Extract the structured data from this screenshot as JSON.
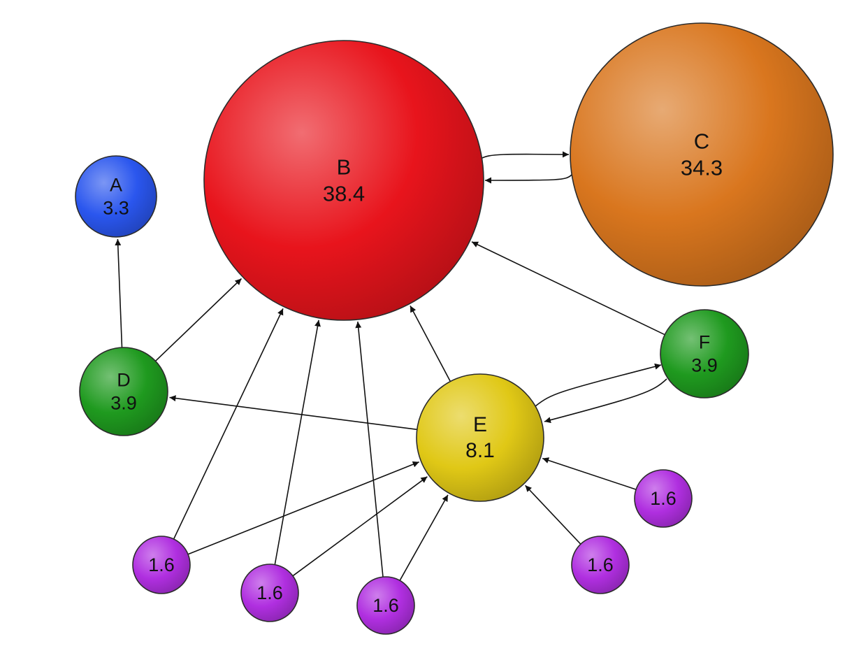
{
  "nodes": [
    {
      "id": "A",
      "label": "A",
      "value": "3.3",
      "color": "#2a56ee"
    },
    {
      "id": "B",
      "label": "B",
      "value": "38.4",
      "color": "#e8141c"
    },
    {
      "id": "C",
      "label": "C",
      "value": "34.3",
      "color": "#d9761e"
    },
    {
      "id": "D",
      "label": "D",
      "value": "3.9",
      "color": "#1f9a1f"
    },
    {
      "id": "E",
      "label": "E",
      "value": "8.1",
      "color": "#e0c816"
    },
    {
      "id": "F",
      "label": "F",
      "value": "3.9",
      "color": "#1f9a1f"
    },
    {
      "id": "P1",
      "label": "",
      "value": "1.6",
      "color": "#b02fe0"
    },
    {
      "id": "P2",
      "label": "",
      "value": "1.6",
      "color": "#b02fe0"
    },
    {
      "id": "P3",
      "label": "",
      "value": "1.6",
      "color": "#b02fe0"
    },
    {
      "id": "P4",
      "label": "",
      "value": "1.6",
      "color": "#b02fe0"
    },
    {
      "id": "P5",
      "label": "",
      "value": "1.6",
      "color": "#b02fe0"
    }
  ],
  "edges": [
    {
      "from": "B",
      "to": "C"
    },
    {
      "from": "C",
      "to": "B"
    },
    {
      "from": "D",
      "to": "A"
    },
    {
      "from": "D",
      "to": "B"
    },
    {
      "from": "E",
      "to": "B"
    },
    {
      "from": "E",
      "to": "D"
    },
    {
      "from": "E",
      "to": "F"
    },
    {
      "from": "F",
      "to": "E"
    },
    {
      "from": "F",
      "to": "B"
    },
    {
      "from": "P1",
      "to": "B"
    },
    {
      "from": "P1",
      "to": "E"
    },
    {
      "from": "P2",
      "to": "B"
    },
    {
      "from": "P2",
      "to": "E"
    },
    {
      "from": "P3",
      "to": "B"
    },
    {
      "from": "P3",
      "to": "E"
    },
    {
      "from": "P4",
      "to": "E"
    },
    {
      "from": "P5",
      "to": "E"
    }
  ]
}
